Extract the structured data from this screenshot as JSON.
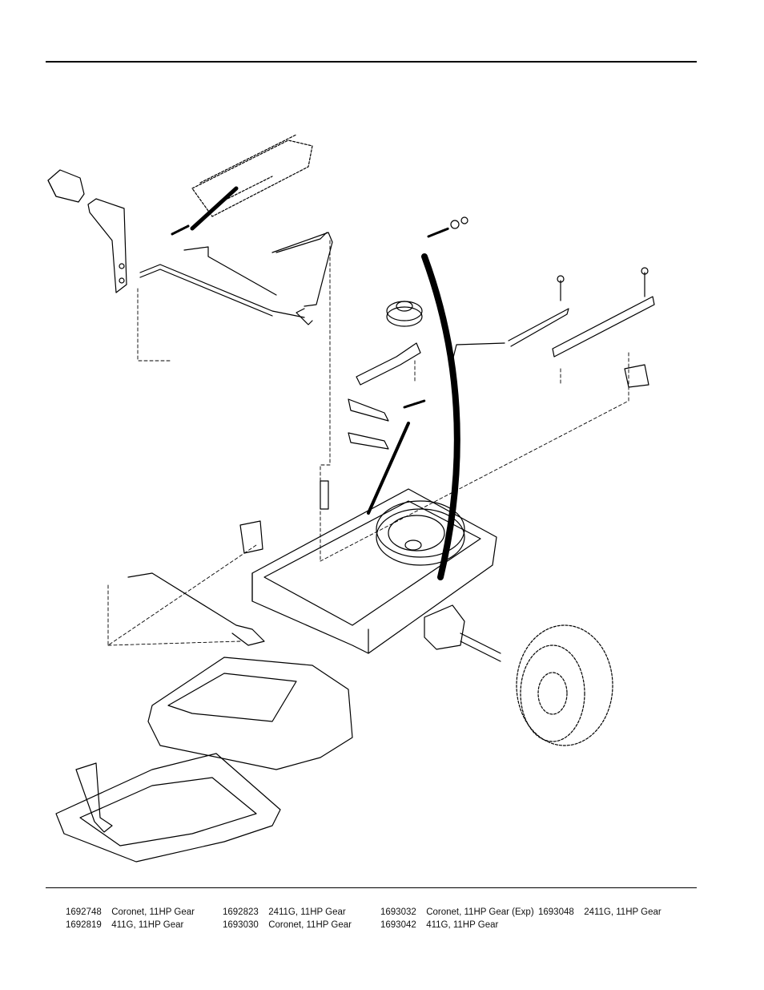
{
  "models": [
    {
      "number": "1692748",
      "description": "Coronet, 11HP Gear"
    },
    {
      "number": "1692819",
      "description": "411G, 11HP Gear"
    },
    {
      "number": "1692823",
      "description": "2411G, 11HP Gear"
    },
    {
      "number": "1693030",
      "description": "Coronet, 11HP Gear"
    },
    {
      "number": "1693032",
      "description": "Coronet, 11HP Gear (Exp)"
    },
    {
      "number": "1693042",
      "description": "411G, 11HP Gear"
    },
    {
      "number": "1693048",
      "description": "2411G, 11HP Gear"
    }
  ]
}
